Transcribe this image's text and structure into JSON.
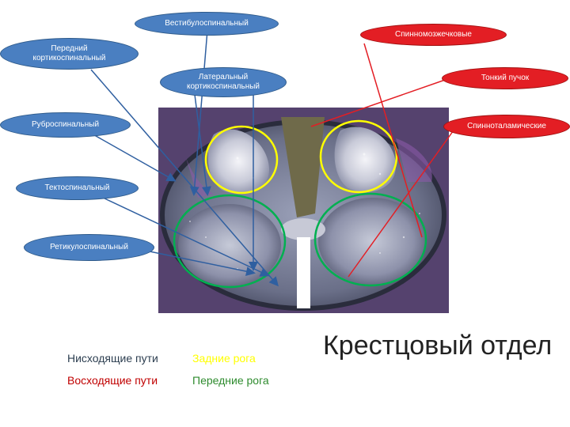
{
  "labels": {
    "vestibulospinal": "Вестибулоспинальный",
    "anterior_corticospinal": "Передний кортикоспинальный",
    "lateral_corticospinal": "Латеральный кортикоспинальный",
    "rubrospinal": "Руброспинальный",
    "tectospinal": "Тектоспинальный",
    "reticulospinal": "Ретикулоспинальный",
    "spinocerebellar": "Спинномозжечковые",
    "fasciculus_gracilis": "Тонкий пучок",
    "spinothalamic": "Спинноталамические"
  },
  "legend": {
    "descending": "Нисходящие пути",
    "ascending": "Восходящие пути",
    "posterior_horns": "Задние рога",
    "anterior_horns": "Передние рога"
  },
  "title": "Крестцовый отдел",
  "colors": {
    "descending_tracts": "#4a7fc1",
    "ascending_tracts": "#e31e24",
    "posterior_horns": "#ffff00",
    "anterior_horns": "#00b050",
    "legend_descending_text": "#2c3e50",
    "legend_ascending_text": "#c00000",
    "legend_posterior_text": "#ffff00",
    "legend_anterior_text": "#2e8b2e"
  },
  "figure": {
    "image": "micrograph of sacral spinal cord cross-section"
  }
}
